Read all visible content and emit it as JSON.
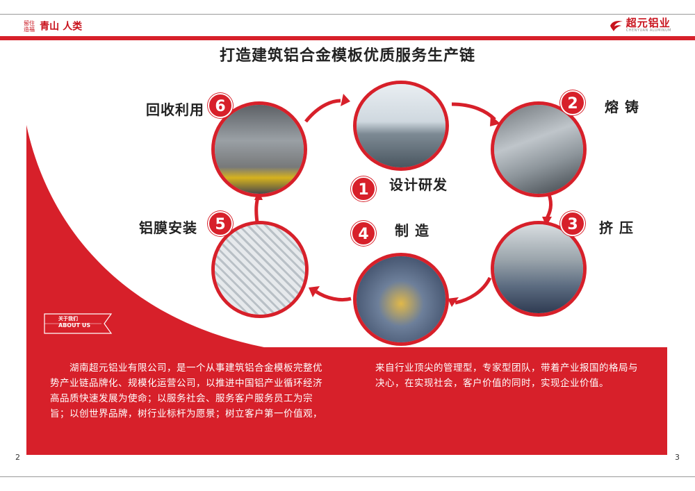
{
  "header": {
    "left_brand_small": "留住 造福",
    "left_brand_big_1": "青山",
    "left_brand_big_2": "人类",
    "right_brand_name": "超元铝业",
    "right_brand_sub": "CHENYUAN ALUMINUM"
  },
  "title": "打造建筑铝合金模板优质服务生产链",
  "steps": [
    {
      "number": "1",
      "label": "设计研发"
    },
    {
      "number": "2",
      "label": "熔 铸"
    },
    {
      "number": "3",
      "label": "挤 压"
    },
    {
      "number": "4",
      "label": "制 造"
    },
    {
      "number": "5",
      "label": "铝膜安装"
    },
    {
      "number": "6",
      "label": "回收利用"
    }
  ],
  "about": {
    "cn": "关于我们",
    "en": "ABOUT US"
  },
  "body": {
    "left": "　　湖南超元铝业有限公司，是一个从事建筑铝合金模板完整优势产业链品牌化、规模化运营公司，以推进中国铝产业循环经济高品质快速发展为使命；以服务社会、服务客户服务员工为宗旨；以创世界品牌，树行业标杆为愿景；树立客户第一价值观，",
    "right": "来自行业顶尖的管理型，专家型团队，带着产业报国的格局与决心，在实现社会，客户价值的同时，实现企业价值。"
  },
  "pages": {
    "left": "2",
    "right": "3"
  },
  "colors": {
    "accent": "#d7202a"
  }
}
